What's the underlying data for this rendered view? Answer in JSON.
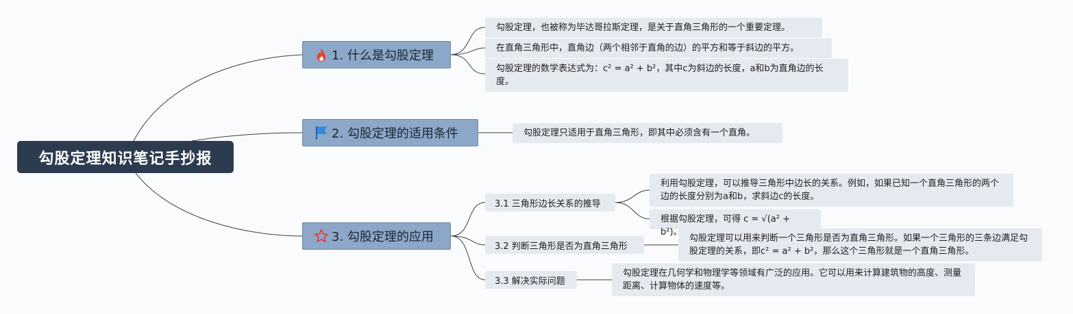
{
  "root": {
    "title": "勾股定理知识笔记手抄报"
  },
  "branches": {
    "b1": {
      "icon": "fire-icon",
      "title": "1. 什么是勾股定理",
      "notes": [
        "勾股定理，也被称为毕达哥拉斯定理，是关于直角三角形的一个重要定理。",
        "在直角三角形中，直角边（两个相邻于直角的边）的平方和等于斜边的平方。",
        "勾股定理的数学表达式为：c² = a² + b²，其中c为斜边的长度，a和b为直角边的长度。"
      ]
    },
    "b2": {
      "icon": "flag-icon",
      "title": "2. 勾股定理的适用条件",
      "notes": [
        "勾股定理只适用于直角三角形，即其中必须含有一个直角。"
      ]
    },
    "b3": {
      "icon": "star-icon",
      "title": "3. 勾股定理的应用",
      "subs": [
        {
          "title": "3.1 三角形边长关系的推导",
          "notes": [
            "利用勾股定理，可以推导三角形中边长的关系。例如，如果已知一个直角三角形的两个边的长度分别为a和b，求斜边c的长度。",
            "根据勾股定理，可得 c = √(a² + b²)。"
          ]
        },
        {
          "title": "3.2 判断三角形是否为直角三角形",
          "notes": [
            "勾股定理可以用来判断一个三角形是否为直角三角形。如果一个三角形的三条边满足勾股定理的关系，即c² = a² + b²，那么这个三角形就是一个直角三角形。"
          ]
        },
        {
          "title": "3.3 解决实际问题",
          "notes": [
            "勾股定理在几何学和物理学等领域有广泛的应用。它可以用来计算建筑物的高度、测量距离、计算物体的速度等。"
          ]
        }
      ]
    }
  },
  "colors": {
    "background": "#fafbfc",
    "root_fill": "#2d3b4f",
    "branch_fill": "#8da7c8",
    "note_fill": "#e5e9f0",
    "connector": "#3a3f47",
    "fire": "#e4412b",
    "flag": "#2f8de0",
    "star": "#e03b3b"
  }
}
